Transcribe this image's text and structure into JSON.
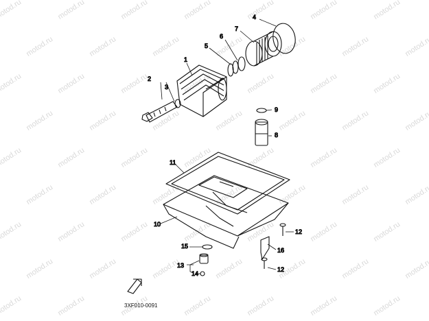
{
  "watermark": "motod.ru",
  "diagram_code": "3XF010-0091",
  "parts": {
    "p1": "1",
    "p2": "2",
    "p3": "3",
    "p4": "4",
    "p5": "5",
    "p6": "6",
    "p7": "7",
    "p8": "8",
    "p9": "9",
    "p10": "10",
    "p11": "11",
    "p12a": "12",
    "p12b": "12",
    "p13": "13",
    "p14": "14",
    "p15": "15",
    "p16": "16"
  },
  "colors": {
    "line": "#111111",
    "watermark": "#d9d9d9",
    "background": "#ffffff"
  }
}
